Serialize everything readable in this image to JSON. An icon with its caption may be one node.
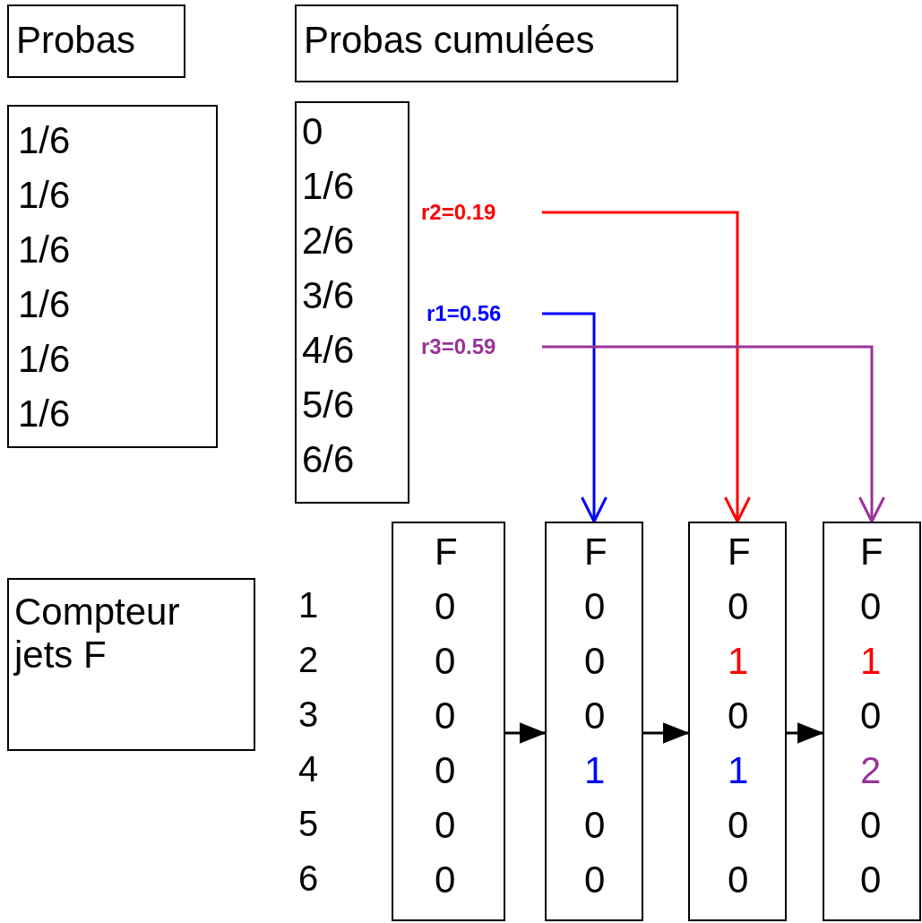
{
  "diagram": {
    "nodes": [
      {
        "text": [
          "Probas"
        ]
      },
      {
        "text": [
          "Probas cumulées"
        ]
      },
      {
        "text": [
          "1/6",
          "1/6",
          "1/6",
          "1/6",
          "1/6",
          "1/6"
        ]
      },
      {
        "text": [
          "0",
          "1/6",
          "2/6",
          "3/6",
          "4/6",
          "5/6",
          "6/6"
        ]
      },
      {
        "text": [
          "Compteur jets F"
        ]
      },
      {
        "text": [
          "F",
          "0",
          "0",
          "0",
          "0",
          "0",
          "0"
        ]
      },
      {
        "text": [
          "F",
          "0",
          "0",
          "0",
          "1",
          "0",
          "0"
        ]
      },
      {
        "text": [
          "F",
          "0",
          "1",
          "0",
          "1",
          "0",
          "0"
        ]
      },
      {
        "text": [
          "F",
          "0",
          "1",
          "0",
          "2",
          "0",
          "0"
        ]
      },
      {
        "text": [
          "r2=0.19"
        ]
      },
      {
        "text": [
          "r1=0.56"
        ]
      },
      {
        "text": [
          "r3=0.59"
        ]
      }
    ],
    "edges": [
      {
        "from": 9,
        "to": 7,
        "arrow": "to",
        "color": "#ff0000"
      },
      {
        "from": 10,
        "to": 6,
        "arrow": "to",
        "color": "#0000ff"
      },
      {
        "from": 11,
        "to": 8,
        "arrow": "to",
        "color": "#993399"
      },
      {
        "from": 5,
        "to": 6,
        "arrow": "to"
      },
      {
        "from": 6,
        "to": 7,
        "arrow": "to"
      },
      {
        "from": 7,
        "to": 8,
        "arrow": "to"
      }
    ],
    "labels": [
      "1",
      "2",
      "3",
      "4",
      "5",
      "6"
    ]
  }
}
